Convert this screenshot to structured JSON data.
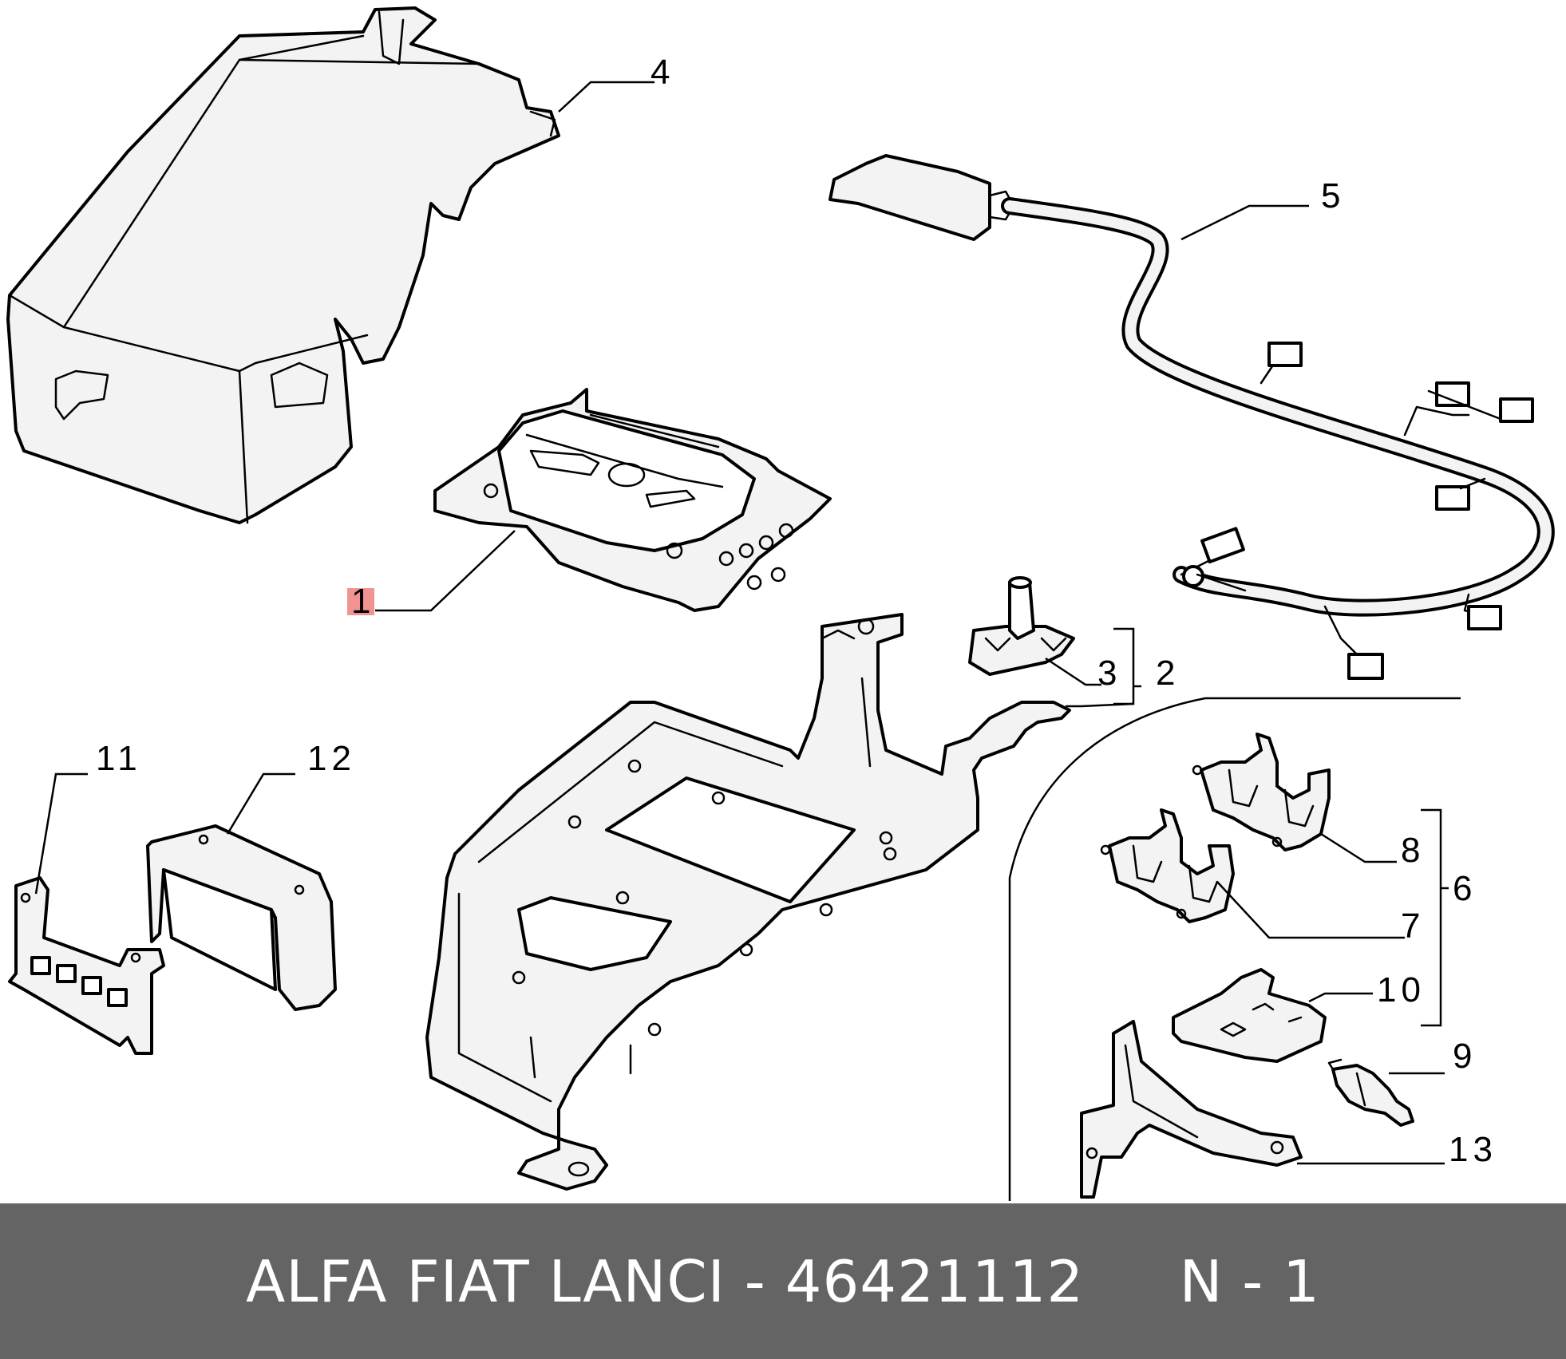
{
  "callouts": {
    "c1": "1",
    "c2": "2",
    "c3": "3",
    "c4": "4",
    "c5": "5",
    "c6": "6",
    "c7": "7",
    "c8": "8",
    "c9": "9",
    "c10": "10",
    "c11": "11",
    "c12": "12",
    "c13": "13"
  },
  "footer": {
    "brand": "ALFA FIAT LANCI",
    "separator": " - ",
    "part_number": "46421112",
    "suffix": "N - 1"
  },
  "colors": {
    "footer_bg": "#646464",
    "footer_text": "#ffffff",
    "highlight": "#f08080"
  }
}
